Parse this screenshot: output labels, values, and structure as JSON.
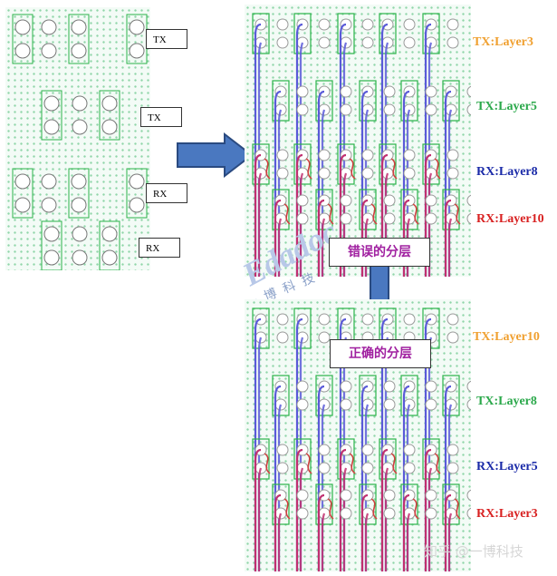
{
  "left_labels": [
    "TX",
    "TX",
    "RX",
    "RX"
  ],
  "captions": {
    "wrong": "错误的分层",
    "correct": "正确的分层"
  },
  "top_layers": [
    {
      "text": "TX:Layer3",
      "color": "#f0a030"
    },
    {
      "text": "TX:Layer5",
      "color": "#2aa84a"
    },
    {
      "text": "RX:Layer8",
      "color": "#1a2aa8"
    },
    {
      "text": "RX:Layer10",
      "color": "#d82020"
    }
  ],
  "bottom_layers": [
    {
      "text": "TX:Layer10",
      "color": "#f0a030"
    },
    {
      "text": "TX:Layer8",
      "color": "#2aa84a"
    },
    {
      "text": "RX:Layer5",
      "color": "#1a2aa8"
    },
    {
      "text": "RX:Layer3",
      "color": "#d82020"
    }
  ],
  "logo_text": "Edadoc",
  "logo_subtext": "一 博 科 技",
  "watermark": "知乎 @一博科技",
  "colors": {
    "pad_outline": "#2bb34a",
    "via": "#9a9a9a",
    "tx_trace": "#5a5ad8",
    "rx_trace": "#c03070",
    "arrow": "#4a78c0"
  }
}
